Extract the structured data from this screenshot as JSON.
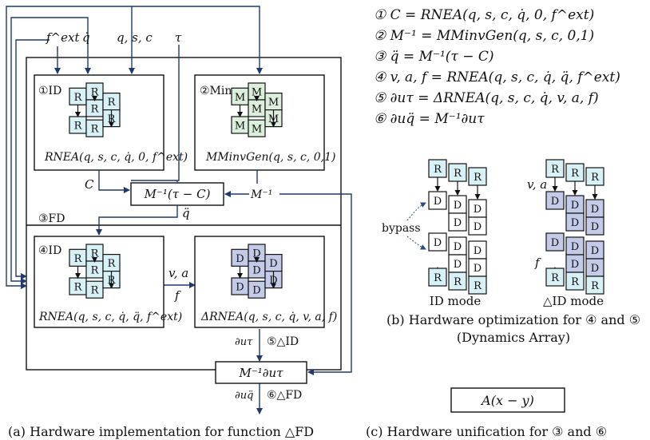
{
  "inputs": {
    "fext": "f^ext",
    "qdot": "q̇",
    "qsc": "q, s, c",
    "tau": "τ"
  },
  "blocks": {
    "id1": {
      "tag": "①ID",
      "func": "RNEA(q, s, c, q̇, 0, f^ext)"
    },
    "minv2": {
      "tag": "②Minv",
      "func": "MMinvGen(q, s, c, 0,1)"
    },
    "fd_op": "M⁻¹(τ − C)",
    "fd_tag": "③FD",
    "id4": {
      "tag": "④ID",
      "func": "RNEA(q, s, c, q̇, q̈, f^ext)"
    },
    "did5": {
      "tag": "⑤△ID",
      "func": "ΔRNEA(q, s, c, q̇, v, a, f)"
    },
    "final_op": "M⁻¹∂uτ",
    "final_tag": "⑥△FD"
  },
  "signals": {
    "C": "C",
    "minv": "M⁻¹",
    "qddot": "q̈",
    "va": "v, a",
    "f": "f",
    "dtau": "∂uτ",
    "dqddot": "∂uq̈"
  },
  "unit_labels": {
    "R": "R",
    "M": "M",
    "D": "D"
  },
  "formulas": [
    "① C = RNEA(q, s, c, q̇, 0, f^ext)",
    "② M⁻¹ = MMinvGen(q, s, c, 0,1)",
    "③ q̈ = M⁻¹(τ − C)",
    "④ v, a, f = RNEA(q, s, c, q̇, q̈, f^ext)",
    "⑤ ∂uτ = ΔRNEA(q, s, c, q̇, v, a, f)",
    "⑥ ∂uq̈ = M⁻¹∂uτ"
  ],
  "array": {
    "bypass": "bypass",
    "va": "v, a",
    "f": "f",
    "id_mode": "ID mode",
    "did_mode": "△ID mode"
  },
  "unify_box": "A(x − y)",
  "captions": {
    "a": "(a) Hardware implementation for function △FD",
    "b1": "(b) Hardware optimization for ④ and ⑤",
    "b2": "(Dynamics Array)",
    "c": "(c) Hardware unification for ③ and ⑥"
  },
  "colors": {
    "r_fill": "#d7f1f6",
    "m_fill": "#dcefdc",
    "d_fill": "#c4cbe9",
    "arrow": "#1f3a6b",
    "line": "#111111"
  }
}
